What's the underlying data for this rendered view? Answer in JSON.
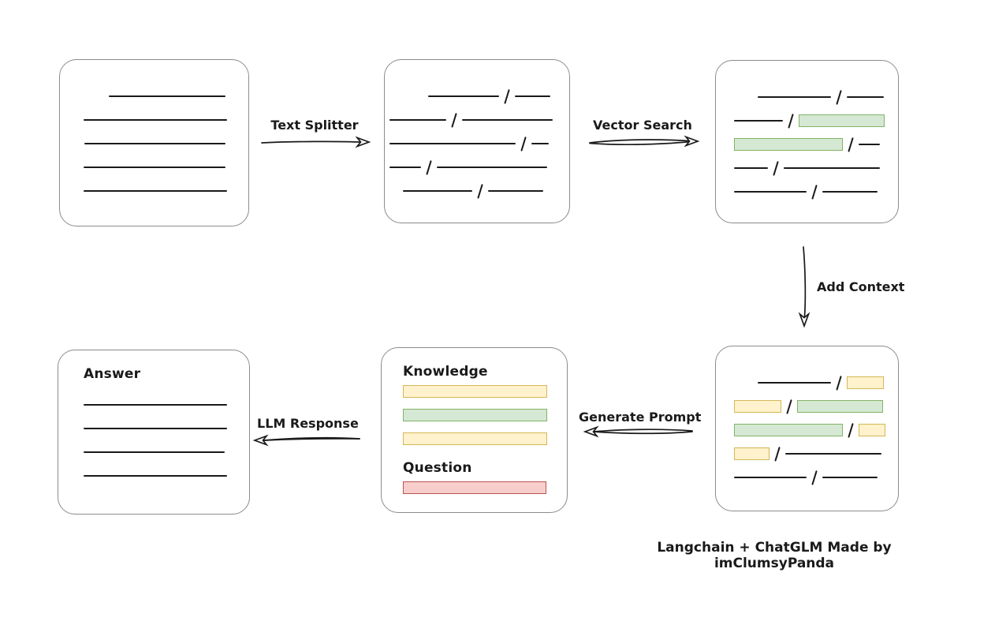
{
  "caption": "Langchain + ChatGLM Made by imClumsyPanda",
  "colors": {
    "background": "#ffffff",
    "ink": "#1a1a1a",
    "box_border": "#8c8c8c",
    "green_fill": "#d5e8d4",
    "green_stroke": "#82b366",
    "yellow_fill": "#fff2cc",
    "yellow_stroke": "#d6b656",
    "red_fill": "#f8cecc",
    "red_stroke": "#b85450"
  },
  "arrows": {
    "text_splitter": {
      "label": "Text Splitter",
      "direction": "right"
    },
    "vector_search": {
      "label": "Vector Search",
      "direction": "right"
    },
    "add_context": {
      "label": "Add Context",
      "direction": "down"
    },
    "generate_prompt": {
      "label": "Generate Prompt",
      "direction": "left"
    },
    "llm_response": {
      "label": "LLM Response",
      "direction": "left"
    }
  },
  "boxes": {
    "source_document": {
      "rows": [
        {
          "indent": 62,
          "items": [
            {
              "t": "line",
              "w": 148
            }
          ]
        },
        {
          "indent": 30,
          "items": [
            {
              "t": "line",
              "w": 182
            }
          ]
        },
        {
          "indent": 31,
          "items": [
            {
              "t": "line",
              "w": 179
            }
          ]
        },
        {
          "indent": 30,
          "items": [
            {
              "t": "line",
              "w": 180
            }
          ]
        },
        {
          "indent": 30,
          "items": [
            {
              "t": "line",
              "w": 182
            }
          ]
        }
      ]
    },
    "split_chunks": {
      "rows": [
        {
          "indent": 55,
          "items": [
            {
              "t": "line",
              "w": 90
            },
            {
              "t": "slash"
            },
            {
              "t": "line",
              "w": 45
            }
          ]
        },
        {
          "indent": 6,
          "items": [
            {
              "t": "line",
              "w": 72
            },
            {
              "t": "slash"
            },
            {
              "t": "line",
              "w": 115
            }
          ]
        },
        {
          "indent": 6,
          "items": [
            {
              "t": "line",
              "w": 160
            },
            {
              "t": "slash"
            },
            {
              "t": "line",
              "w": 22
            }
          ]
        },
        {
          "indent": 6,
          "items": [
            {
              "t": "line",
              "w": 40
            },
            {
              "t": "slash"
            },
            {
              "t": "line",
              "w": 140
            }
          ]
        },
        {
          "indent": 23,
          "items": [
            {
              "t": "line",
              "w": 88
            },
            {
              "t": "slash"
            },
            {
              "t": "line",
              "w": 70
            }
          ]
        }
      ]
    },
    "vector_matches": {
      "rows": [
        {
          "indent": 53,
          "items": [
            {
              "t": "line",
              "w": 93
            },
            {
              "t": "slash"
            },
            {
              "t": "line",
              "w": 47
            }
          ]
        },
        {
          "indent": 23,
          "items": [
            {
              "t": "line",
              "w": 62
            },
            {
              "t": "slash"
            },
            {
              "t": "green",
              "w": 109
            }
          ]
        },
        {
          "indent": 23,
          "items": [
            {
              "t": "green",
              "w": 138
            },
            {
              "t": "slash"
            },
            {
              "t": "line",
              "w": 27
            }
          ]
        },
        {
          "indent": 23,
          "items": [
            {
              "t": "line",
              "w": 43
            },
            {
              "t": "slash"
            },
            {
              "t": "line",
              "w": 122
            }
          ]
        },
        {
          "indent": 23,
          "items": [
            {
              "t": "line",
              "w": 92
            },
            {
              "t": "slash"
            },
            {
              "t": "line",
              "w": 70
            }
          ]
        }
      ]
    },
    "context_chunks": {
      "rows": [
        {
          "indent": 53,
          "items": [
            {
              "t": "line",
              "w": 93
            },
            {
              "t": "slash"
            },
            {
              "t": "yellow",
              "w": 47
            }
          ]
        },
        {
          "indent": 23,
          "items": [
            {
              "t": "yellow",
              "w": 60
            },
            {
              "t": "slash"
            },
            {
              "t": "green",
              "w": 109
            }
          ]
        },
        {
          "indent": 23,
          "items": [
            {
              "t": "green",
              "w": 138
            },
            {
              "t": "slash"
            },
            {
              "t": "yellow",
              "w": 34
            }
          ]
        },
        {
          "indent": 23,
          "items": [
            {
              "t": "yellow",
              "w": 45
            },
            {
              "t": "slash"
            },
            {
              "t": "line",
              "w": 122
            }
          ]
        },
        {
          "indent": 23,
          "items": [
            {
              "t": "line",
              "w": 92
            },
            {
              "t": "slash"
            },
            {
              "t": "line",
              "w": 70
            }
          ]
        }
      ]
    },
    "prompt": {
      "knowledge_label": "Knowledge",
      "question_label": "Question",
      "knowledge_rows": [
        {
          "indent": 0,
          "items": [
            {
              "t": "yellow",
              "w": 183
            }
          ]
        },
        {
          "indent": 0,
          "items": [
            {
              "t": "green",
              "w": 183
            }
          ]
        },
        {
          "indent": 0,
          "items": [
            {
              "t": "yellow",
              "w": 183
            }
          ]
        }
      ],
      "question_rows": [
        {
          "indent": 0,
          "items": [
            {
              "t": "red",
              "w": 182
            }
          ]
        }
      ]
    },
    "answer": {
      "label": "Answer",
      "rows": [
        {
          "indent": 0,
          "items": [
            {
              "t": "line",
              "w": 182
            }
          ]
        },
        {
          "indent": 0,
          "items": [
            {
              "t": "line",
              "w": 182
            }
          ]
        },
        {
          "indent": 0,
          "items": [
            {
              "t": "line",
              "w": 179
            }
          ]
        },
        {
          "indent": 0,
          "items": [
            {
              "t": "line",
              "w": 182
            }
          ]
        }
      ]
    }
  }
}
